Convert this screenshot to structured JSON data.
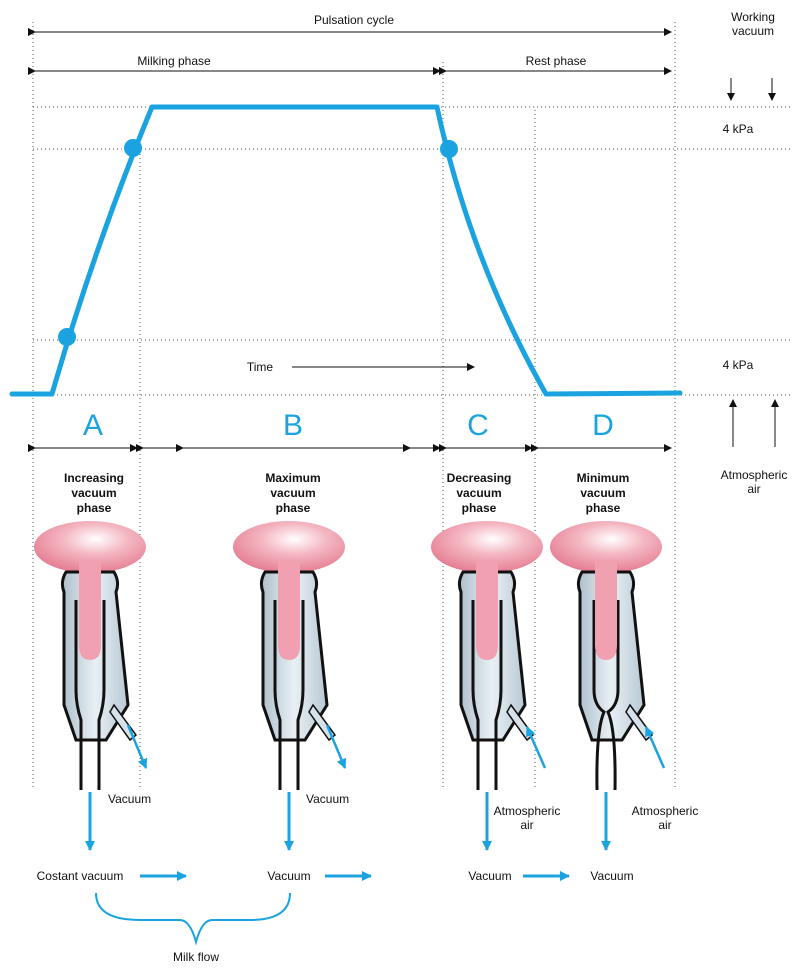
{
  "labels": {
    "pulsation_cycle": "Pulsation cycle",
    "milking_phase": "Milking phase",
    "rest_phase": "Rest phase",
    "working_vacuum_line1": "Working",
    "working_vacuum_line2": "vacuum",
    "upper_kpa": "4 kPa",
    "lower_kpa": "4 kPa",
    "time": "Time",
    "atmospheric_air_line1": "Atmospheric",
    "atmospheric_air_line2": "air",
    "milk_flow": "Milk flow"
  },
  "phases": [
    {
      "letter": "A",
      "line1": "Increasing",
      "line2": "vacuum",
      "line3": "phase",
      "pulse_label_1": "Vacuum",
      "pulse_label_2": "",
      "flow_label": "Costant vacuum"
    },
    {
      "letter": "B",
      "line1": "Maximum",
      "line2": "vacuum",
      "line3": "phase",
      "pulse_label_1": "Vacuum",
      "pulse_label_2": "",
      "flow_label": "Vacuum"
    },
    {
      "letter": "C",
      "line1": "Decreasing",
      "line2": "vacuum",
      "line3": "phase",
      "pulse_label_1": "Atmospheric",
      "pulse_label_2": "air",
      "flow_label": "Vacuum"
    },
    {
      "letter": "D",
      "line1": "Minimum",
      "line2": "vacuum",
      "line3": "phase",
      "pulse_label_1": "Atmospheric",
      "pulse_label_2": "air",
      "flow_label": "Vacuum"
    }
  ],
  "colors": {
    "curve": "#1aa3e0",
    "phase_letter": "#1aa3e0",
    "teat": "#f0a0b0",
    "liner_shell": "#c6d6e0",
    "guide_line": "#555555"
  }
}
